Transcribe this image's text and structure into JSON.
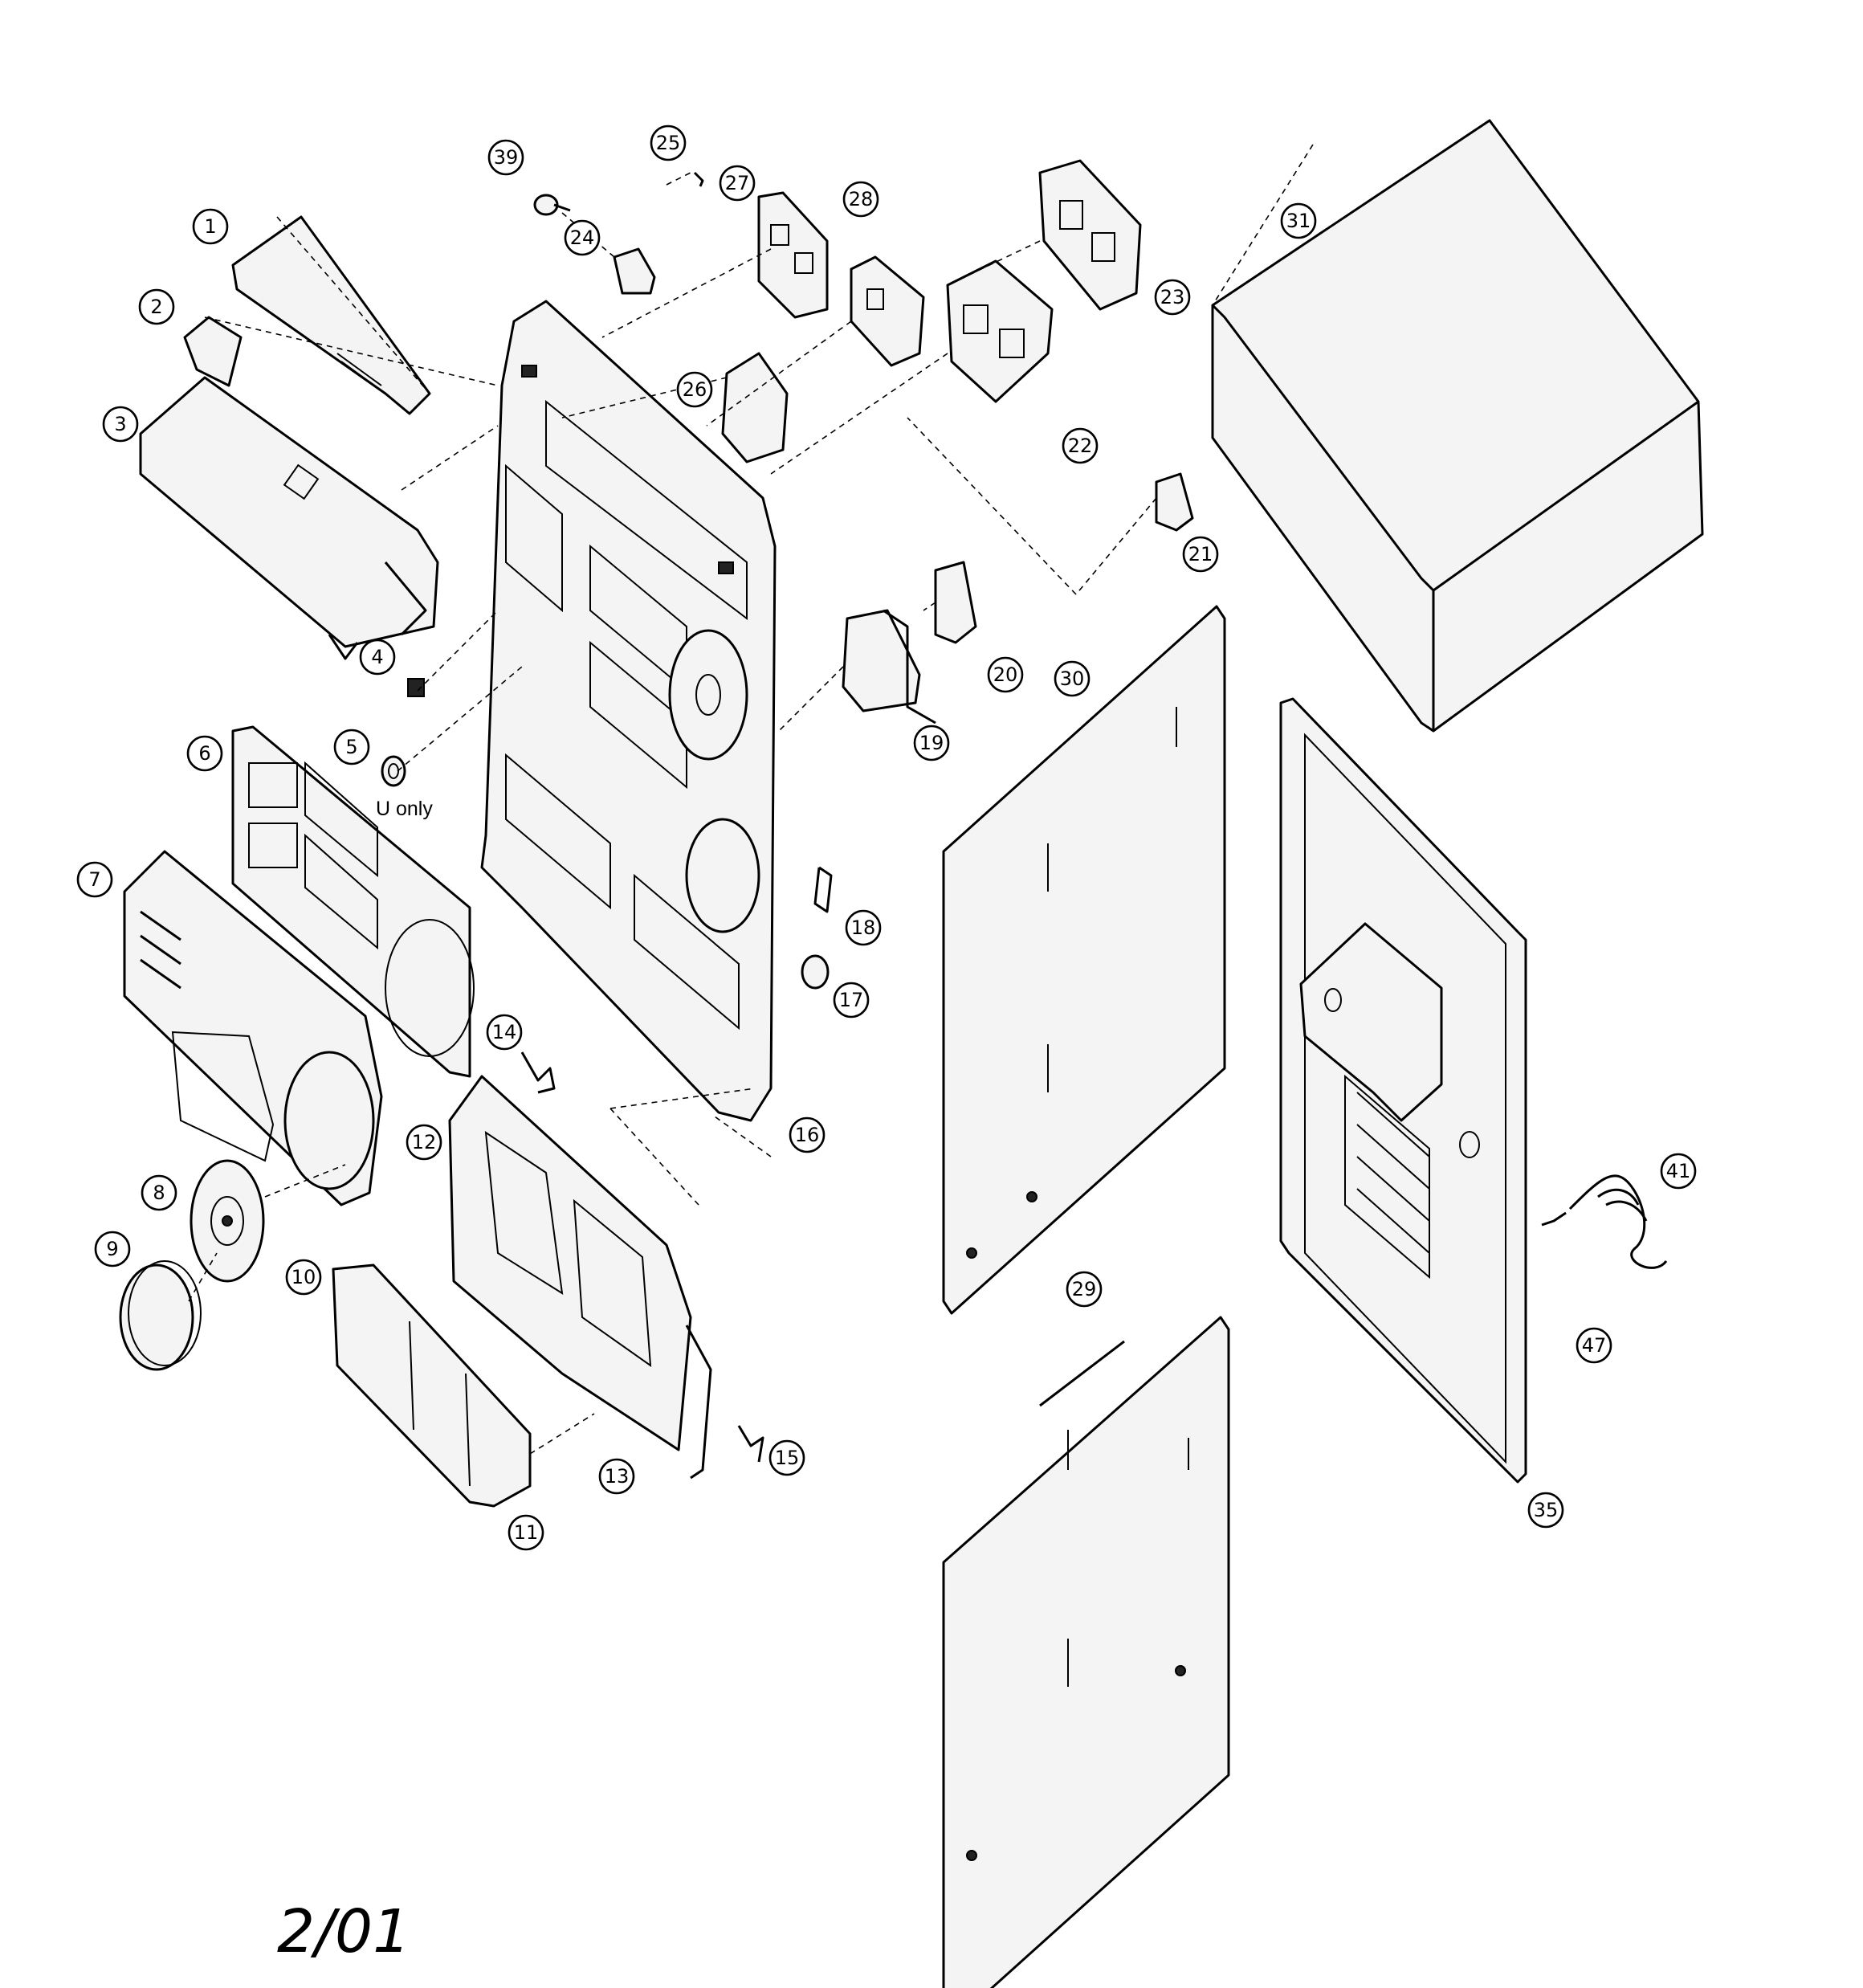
{
  "diagram": {
    "footer_date": "2/01",
    "note_u_only": "U only",
    "callouts": [
      "1",
      "2",
      "3",
      "4",
      "5",
      "6",
      "7",
      "8",
      "9",
      "10",
      "11",
      "12",
      "13",
      "14",
      "15",
      "16",
      "17",
      "18",
      "19",
      "20",
      "21",
      "22",
      "23",
      "24",
      "25",
      "26",
      "27",
      "28",
      "29",
      "30",
      "31",
      "35",
      "39",
      "41",
      "47"
    ]
  }
}
